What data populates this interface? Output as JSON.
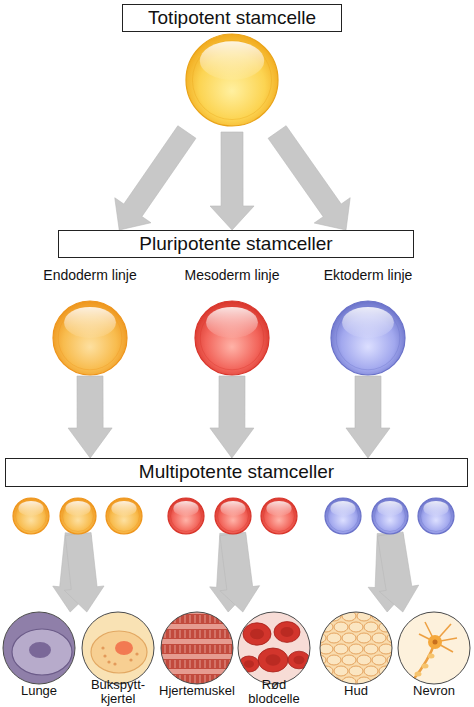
{
  "diagram": {
    "nodes": [
      {
        "text": [
          "Totipotent stamcelle"
        ]
      },
      {
        "text": [
          "Pluripotente stamceller"
        ]
      },
      {
        "text": [
          "Endoderm linje"
        ]
      },
      {
        "text": [
          "Mesoderm linje"
        ]
      },
      {
        "text": [
          "Ektoderm linje"
        ]
      },
      {
        "text": [
          "Multipotente stamceller"
        ]
      },
      {
        "text": [
          "Lunge"
        ]
      },
      {
        "text": [
          "Bukspytt- kjertel"
        ]
      },
      {
        "text": [
          "Hjertemuskel"
        ]
      },
      {
        "text": [
          "Rød blodcelle"
        ]
      },
      {
        "text": [
          "Hud"
        ]
      },
      {
        "text": [
          "Nevron"
        ]
      }
    ],
    "edges": [
      {
        "from": 0,
        "to": 1,
        "arrow": "to"
      },
      {
        "from": 0,
        "to": 1,
        "arrow": "to"
      },
      {
        "from": 0,
        "to": 1,
        "arrow": "to"
      },
      {
        "from": 2,
        "to": 5,
        "arrow": "to"
      },
      {
        "from": 3,
        "to": 5,
        "arrow": "to"
      },
      {
        "from": 4,
        "to": 5,
        "arrow": "to"
      },
      {
        "from": 5,
        "to": 6,
        "arrow": "to"
      },
      {
        "from": 5,
        "to": 7,
        "arrow": "to"
      },
      {
        "from": 5,
        "to": 8,
        "arrow": "to"
      },
      {
        "from": 5,
        "to": 9,
        "arrow": "to"
      },
      {
        "from": 5,
        "to": 10,
        "arrow": "to"
      },
      {
        "from": 5,
        "to": 11,
        "arrow": "to"
      }
    ]
  }
}
